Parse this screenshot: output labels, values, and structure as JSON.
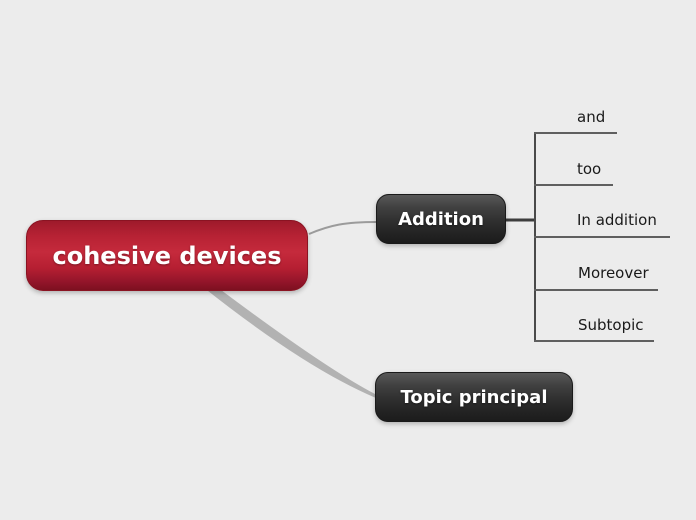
{
  "colors": {
    "background": "#ececec",
    "root_red": "#c0273a",
    "branch_dark": "#333333",
    "node_text": "#ffffff",
    "child_text": "#1a1a1a",
    "thin_connector": "#9b9b9b",
    "taper_connector": "#b2b2b2",
    "branch_line": "#3d3d3d",
    "junction_line": "#4a4a4a",
    "child_line": "#5f5f5f"
  },
  "mindmap": {
    "root": {
      "label": "cohesive devices"
    },
    "branches": [
      {
        "label": "Addition"
      },
      {
        "label": "Topic principal"
      }
    ],
    "children": [
      {
        "label": "and"
      },
      {
        "label": "too"
      },
      {
        "label": "In addition"
      },
      {
        "label": "Moreover"
      },
      {
        "label": "Subtopic"
      }
    ]
  }
}
